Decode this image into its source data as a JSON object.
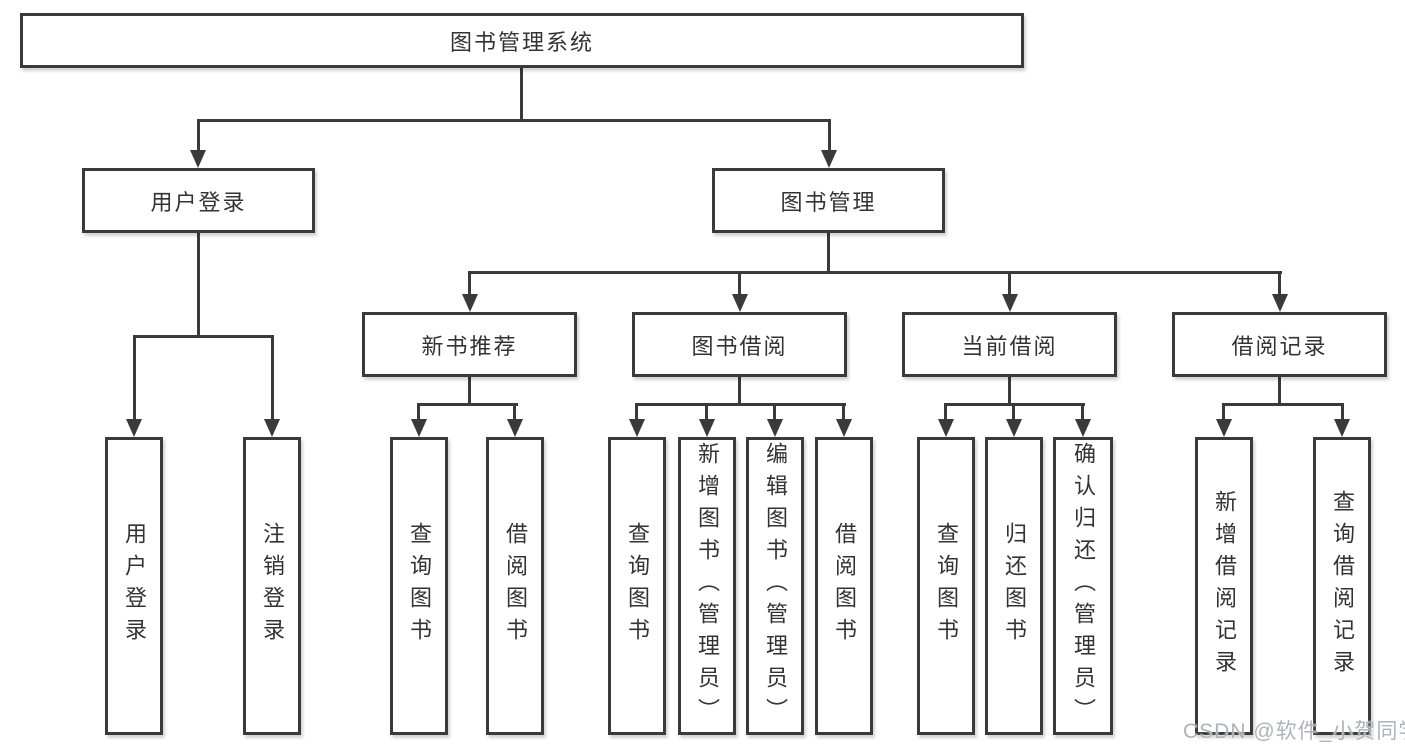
{
  "tree": {
    "root": {
      "label": "图书管理系统"
    },
    "branches": [
      {
        "label": "用户登录",
        "children": [
          {
            "label": "用户登录"
          },
          {
            "label": "注销登录"
          }
        ]
      },
      {
        "label": "图书管理",
        "children": [
          {
            "label": "新书推荐",
            "children": [
              {
                "label": "查询图书"
              },
              {
                "label": "借阅图书"
              }
            ]
          },
          {
            "label": "图书借阅",
            "children": [
              {
                "label": "查询图书"
              },
              {
                "label": "新增图书（管理员）"
              },
              {
                "label": "编辑图书（管理员）"
              },
              {
                "label": "借阅图书"
              }
            ]
          },
          {
            "label": "当前借阅",
            "children": [
              {
                "label": "查询图书"
              },
              {
                "label": "归还图书"
              },
              {
                "label": "确认归还（管理员）"
              }
            ]
          },
          {
            "label": "借阅记录",
            "children": [
              {
                "label": "新增借阅记录"
              },
              {
                "label": "查询借阅记录"
              }
            ]
          }
        ]
      }
    ]
  },
  "watermark": "CSDN @软件_小贺同学",
  "colors": {
    "line": "#3a3a3a",
    "text": "#333333",
    "watermark": "#aeb3bb",
    "background": "#ffffff"
  }
}
